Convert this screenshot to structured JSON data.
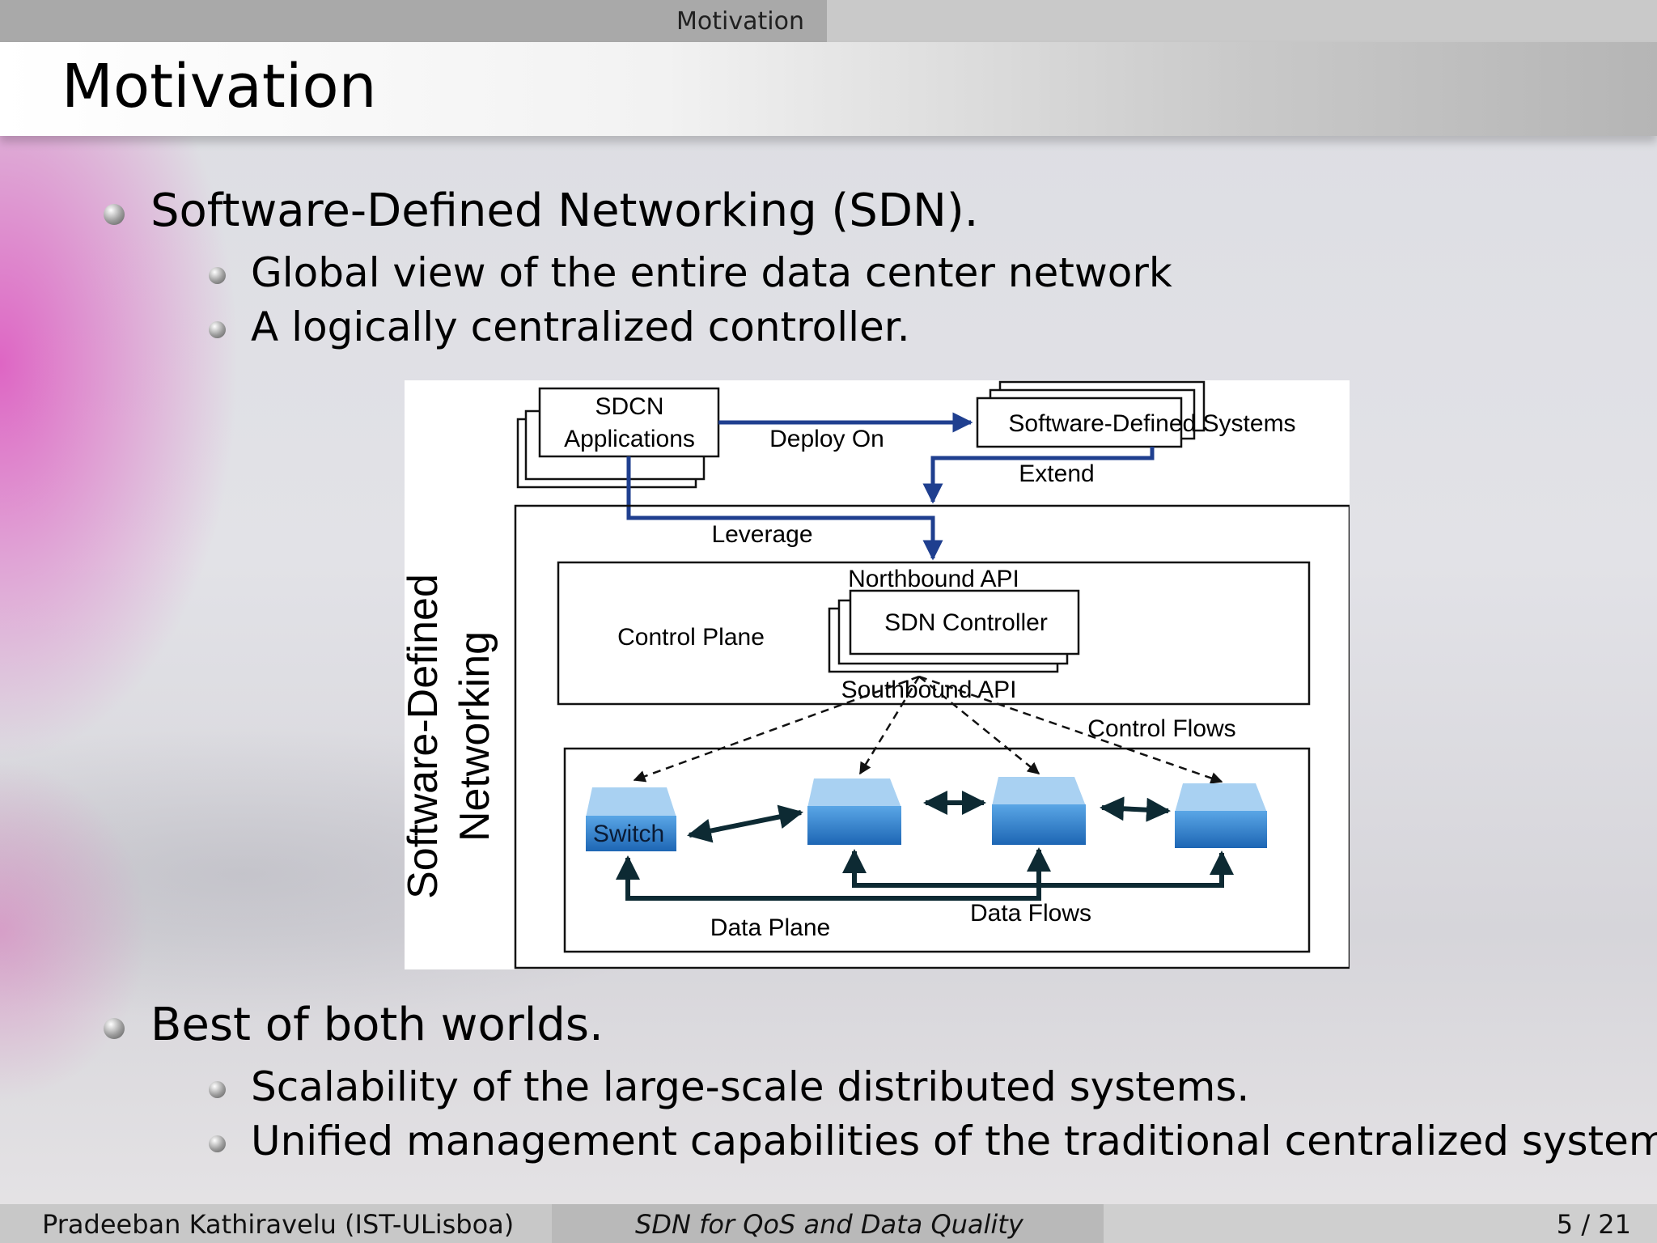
{
  "nav": {
    "section": "Motivation"
  },
  "title": "Motivation",
  "bullets": {
    "b1": "Software-Defined Networking (SDN).",
    "b1_sub": [
      "Global view of the entire data center network",
      "A logically centralized controller."
    ],
    "b2": "Best of both worlds.",
    "b2_sub": [
      "Scalability of the large-scale distributed systems.",
      "Unified management capabilities of the traditional centralized systems."
    ]
  },
  "diagram": {
    "sdcn_line1": "SDCN",
    "sdcn_line2": "Applications",
    "deploy_on": "Deploy On",
    "sds": "Software-Defined Systems",
    "extend": "Extend",
    "leverage": "Leverage",
    "sdn_line1": "Software-Defined",
    "sdn_line2": "Networking",
    "northbound": "Northbound API",
    "control_plane": "Control Plane",
    "controller": "SDN Controller",
    "southbound": "Southbound API",
    "control_flows": "Control Flows",
    "switch": "Switch",
    "data_plane": "Data Plane",
    "data_flows": "Data Flows",
    "colors": {
      "blue_arrow": "#1f3f8f",
      "dark_arrow": "#0d2a33",
      "switch_blue": "#2f7fc8"
    }
  },
  "footer": {
    "author": "Pradeeban Kathiravelu  (IST-ULisboa)",
    "talk": "SDN for QoS and Data Quality",
    "page": "5 / 21"
  }
}
